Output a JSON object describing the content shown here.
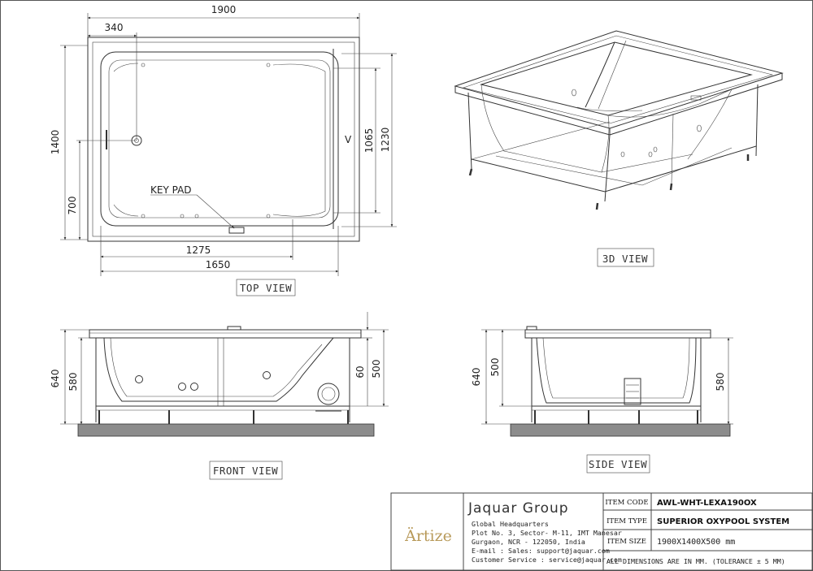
{
  "top_view": {
    "label": "TOP VIEW",
    "dims": {
      "overall_length": "1900",
      "offset": "340",
      "overall_width": "1400",
      "offset_700": "700",
      "inner_1065": "1065",
      "inner_1230": "1230",
      "inner_1275": "1275",
      "inner_1650": "1650"
    },
    "callout": "KEY PAD"
  },
  "view_3d": {
    "label": "3D VIEW"
  },
  "front_view": {
    "label": "FRONT VIEW",
    "dims": {
      "h640": "640",
      "h580": "580",
      "h60": "60",
      "h500": "500"
    }
  },
  "side_view": {
    "label": "SIDE VIEW",
    "dims": {
      "h640": "640",
      "h500": "500",
      "h580": "580"
    }
  },
  "title_block": {
    "brand": "Ärtize",
    "company": "Jaquar Group",
    "address": [
      "Global Headquarters",
      "Plot No. 3, Sector- M-11, IMT Manesar",
      "Gurgaon, NCR - 122050, India",
      "E-mail : Sales: support@jaquar.com",
      "Customer Service : service@jaquar.com"
    ],
    "item_code_label": "ITEM CODE",
    "item_code": "AWL-WHT-LEXA190OX",
    "item_type_label": "ITEM TYPE",
    "item_type": "SUPERIOR OXYPOOL SYSTEM",
    "item_size_label": "ITEM SIZE",
    "item_size": "1900X1400X500 mm",
    "note": "ALL DIMENSIONS ARE IN MM. (TOLERANCE ± 5 MM)"
  }
}
